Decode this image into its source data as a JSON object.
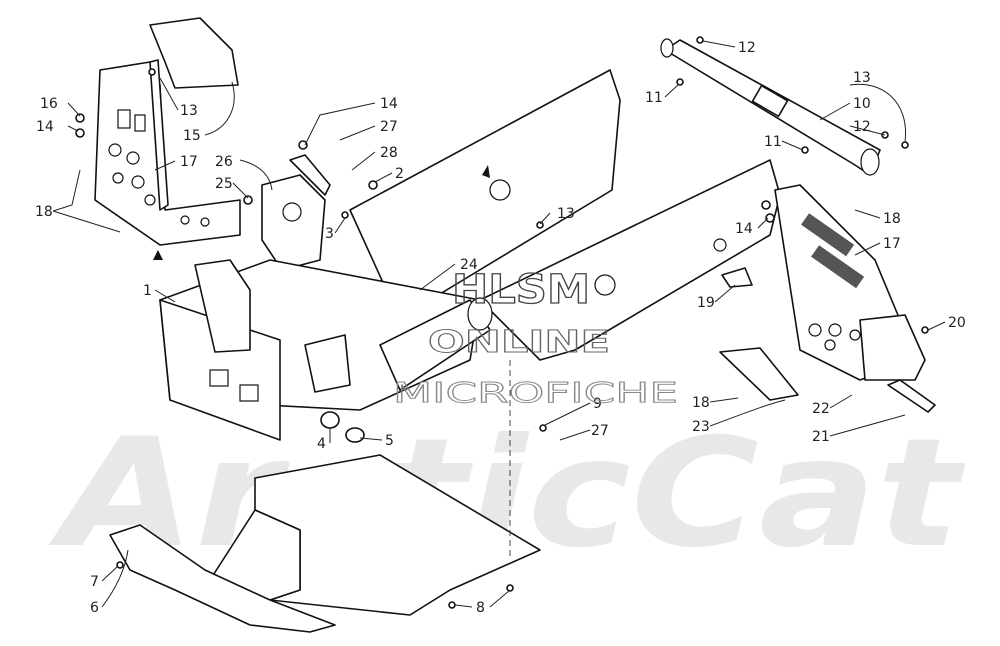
{
  "watermark": {
    "line1": "HLSM",
    "line2": "ONLINE",
    "line3": "MICROFICHE"
  },
  "background_logo": "ArcticCat",
  "colors": {
    "ink": "#111111",
    "paper": "#ffffff",
    "logo": "#e8e8e8"
  },
  "callouts": [
    {
      "id": "c16",
      "label": "16"
    },
    {
      "id": "c14a",
      "label": "14"
    },
    {
      "id": "c13a",
      "label": "13"
    },
    {
      "id": "c15",
      "label": "15"
    },
    {
      "id": "c17a",
      "label": "17"
    },
    {
      "id": "c18a",
      "label": "18"
    },
    {
      "id": "c26",
      "label": "26"
    },
    {
      "id": "c25",
      "label": "25"
    },
    {
      "id": "c14b",
      "label": "14"
    },
    {
      "id": "c27a",
      "label": "27"
    },
    {
      "id": "c28",
      "label": "28"
    },
    {
      "id": "c2",
      "label": "2"
    },
    {
      "id": "c3",
      "label": "3"
    },
    {
      "id": "c13b",
      "label": "13"
    },
    {
      "id": "c24",
      "label": "24"
    },
    {
      "id": "c1",
      "label": "1"
    },
    {
      "id": "c12a",
      "label": "12"
    },
    {
      "id": "c11a",
      "label": "11"
    },
    {
      "id": "c13c",
      "label": "13"
    },
    {
      "id": "c10",
      "label": "10"
    },
    {
      "id": "c12b",
      "label": "12"
    },
    {
      "id": "c11b",
      "label": "11"
    },
    {
      "id": "c14c",
      "label": "14"
    },
    {
      "id": "c18b",
      "label": "18"
    },
    {
      "id": "c17b",
      "label": "17"
    },
    {
      "id": "c19",
      "label": "19"
    },
    {
      "id": "c20",
      "label": "20"
    },
    {
      "id": "c4",
      "label": "4"
    },
    {
      "id": "c5",
      "label": "5"
    },
    {
      "id": "c9",
      "label": "9"
    },
    {
      "id": "c27b",
      "label": "27"
    },
    {
      "id": "c18c",
      "label": "18"
    },
    {
      "id": "c23",
      "label": "23"
    },
    {
      "id": "c22",
      "label": "22"
    },
    {
      "id": "c21",
      "label": "21"
    },
    {
      "id": "c7",
      "label": "7"
    },
    {
      "id": "c6",
      "label": "6"
    },
    {
      "id": "c8",
      "label": "8"
    }
  ]
}
